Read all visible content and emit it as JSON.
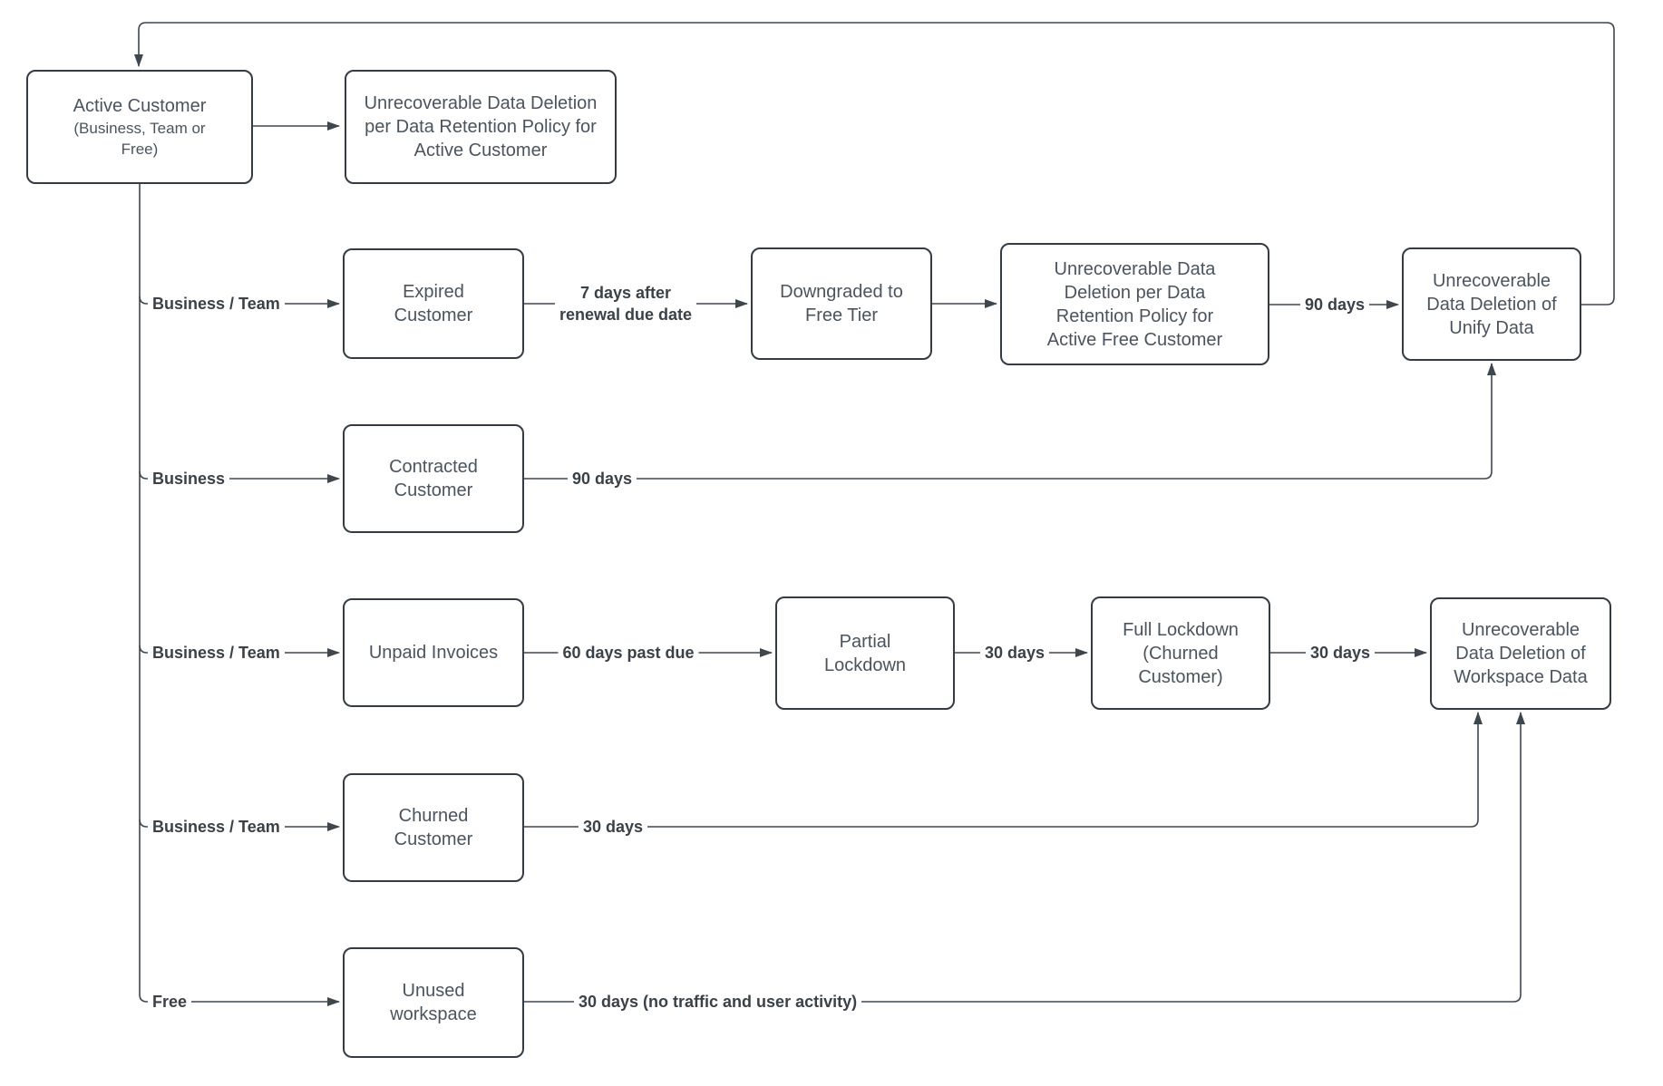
{
  "diagram": {
    "colors": {
      "background": "#ffffff",
      "edge_stroke": "#3e464e",
      "node_border": "#343b43",
      "node_text": "#4b545e",
      "edge_label_text": "#3a4148"
    },
    "nodes": {
      "active_customer": {
        "label": "Active Customer",
        "sublabel": "(Business, Team or\nFree)"
      },
      "deletion_active": {
        "label": "Unrecoverable Data Deletion\nper Data Retention Policy for\nActive Customer"
      },
      "expired": {
        "label": "Expired\nCustomer"
      },
      "downgraded": {
        "label": "Downgraded to\nFree Tier"
      },
      "deletion_active_free": {
        "label": "Unrecoverable Data\nDeletion per Data\nRetention Policy for\nActive Free Customer"
      },
      "deletion_unify": {
        "label": "Unrecoverable\nData Deletion of\nUnify Data"
      },
      "contracted": {
        "label": "Contracted\nCustomer"
      },
      "unpaid": {
        "label": "Unpaid Invoices"
      },
      "partial_lockdown": {
        "label": "Partial\nLockdown"
      },
      "full_lockdown": {
        "label": "Full Lockdown\n(Churned\nCustomer)"
      },
      "deletion_workspace": {
        "label": "Unrecoverable\nData Deletion of\nWorkspace Data"
      },
      "churned": {
        "label": "Churned\nCustomer"
      },
      "unused": {
        "label": "Unused\nworkspace"
      }
    },
    "edge_labels": {
      "branch_business_team_expired": "Business / Team",
      "branch_business_contracted": "Business",
      "branch_business_team_unpaid": "Business / Team",
      "branch_business_team_churned": "Business / Team",
      "branch_free_unused": "Free",
      "seven_days": "7 days after\nrenewal due date",
      "ninety_days_free": "90 days",
      "ninety_days_contracted": "90 days",
      "sixty_days_past_due": "60 days past due",
      "thirty_days_partial_full": "30 days",
      "thirty_days_full_workspace": "30 days",
      "thirty_days_churned": "30 days",
      "thirty_days_unused": "30 days (no traffic and user activity)"
    }
  }
}
